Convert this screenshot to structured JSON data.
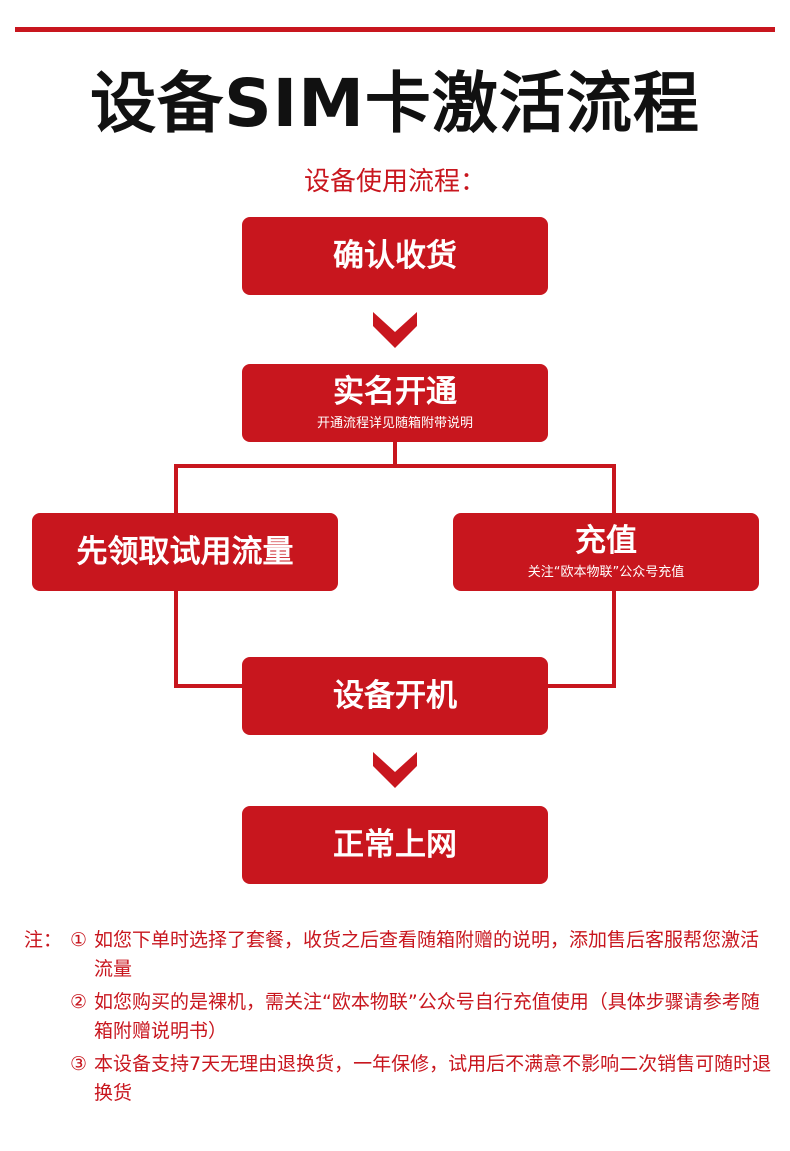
{
  "title": "设备SIM卡激活流程",
  "subtitle": "设备使用流程：",
  "colors": {
    "accent": "#c8161e",
    "title_text": "#111111",
    "box_text": "#ffffff"
  },
  "steps": {
    "receive": {
      "label": "确认收货"
    },
    "realname": {
      "label": "实名开通",
      "note": "开通流程详见随箱附带说明"
    },
    "trial": {
      "label": "先领取试用流量"
    },
    "recharge": {
      "label": "充值",
      "note": "关注“欧本物联”公众号充值"
    },
    "power_on": {
      "label": "设备开机"
    },
    "online": {
      "label": "正常上网"
    }
  },
  "arrows": {
    "icon": "chevron-down-icon"
  },
  "notes": {
    "prefix": "注：",
    "items": [
      {
        "num": "①",
        "text": "如您下单时选择了套餐，收货之后查看随箱附赠的说明，添加售后客服帮您激活流量"
      },
      {
        "num": "②",
        "text": "如您购买的是裸机，需关注“欧本物联”公众号自行充值使用（具体步骤请参考随箱附赠说明书）"
      },
      {
        "num": "③",
        "text": "本设备支持7天无理由退换货，一年保修，试用后不满意不影响二次销售可随时退换货"
      }
    ]
  }
}
